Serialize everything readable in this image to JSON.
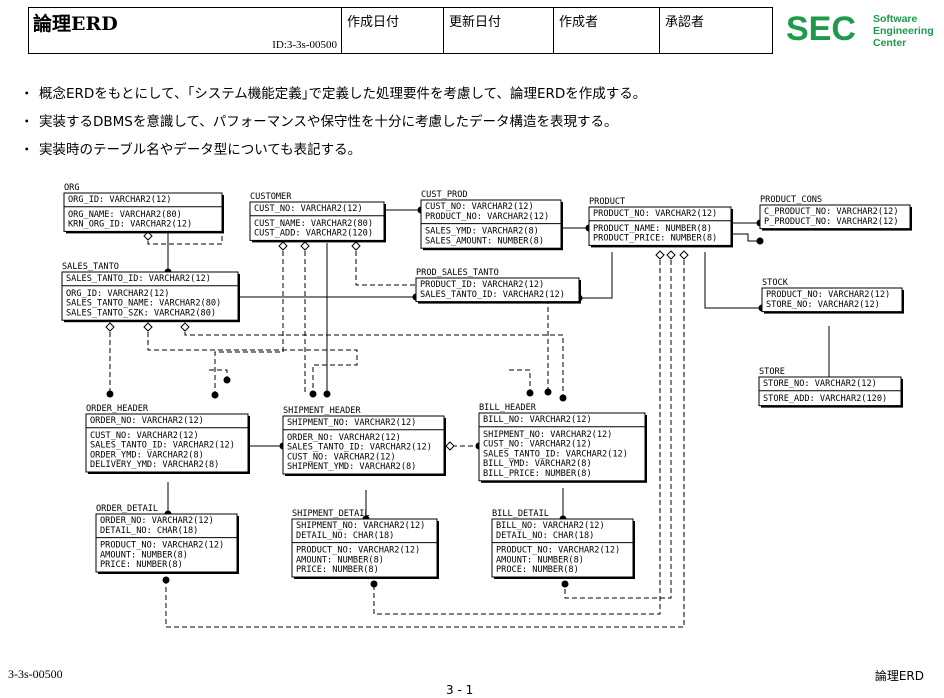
{
  "header": {
    "title": "論理ERD",
    "doc_id": "ID:3-3s-00500",
    "columns": [
      "作成日付",
      "更新日付",
      "作成者",
      "承認者"
    ]
  },
  "logo": {
    "main": "SEC",
    "sub": [
      "Software",
      "Engineering",
      "Center"
    ],
    "color": "#1e9a4a"
  },
  "bullets": [
    "概念ERDをもとにして、｢システム機能定義｣で定義した処理要件を考慮して、論理ERDを作成する。",
    "実装するDBMSを意識して、パフォーマンスや保守性を十分に考慮したデータ構造を表現する。",
    "実装時のテーブル名やデータ型についても表記する。"
  ],
  "bullet_mark": "・",
  "entities": [
    {
      "name": "ORG",
      "keys": [
        "ORG_ID: VARCHAR2(12)"
      ],
      "attrs": [
        "ORG_NAME: VARCHAR2(80)",
        "KRN_ORG_ID: VARCHAR2(12)"
      ]
    },
    {
      "name": "CUSTOMER",
      "keys": [
        "CUST_NO: VARCHAR2(12)"
      ],
      "attrs": [
        "CUST_NAME: VARCHAR2(80)",
        "CUST_ADD: VARCHAR2(120)"
      ]
    },
    {
      "name": "CUST_PROD",
      "keys": [
        "CUST_NO: VARCHAR2(12)",
        "PRODUCT_NO: VARCHAR2(12)"
      ],
      "attrs": [
        "SALES_YMD: VARCHAR2(8)",
        "SALES_AMOUNT: NUMBER(8)"
      ]
    },
    {
      "name": "PRODUCT",
      "keys": [
        "PRODUCT_NO: VARCHAR2(12)"
      ],
      "attrs": [
        "PRODUCT_NAME: NUMBER(8)",
        "PRODUCT_PRICE: NUMBER(8)"
      ]
    },
    {
      "name": "PRODUCT_CONS",
      "keys": [
        "C_PRODUCT_NO: VARCHAR2(12)",
        "P_PRODUCT_NO: VARCHAR2(12)"
      ],
      "attrs": []
    },
    {
      "name": "SALES_TANTO",
      "keys": [
        "SALES_TANTO_ID: VARCHAR2(12)"
      ],
      "attrs": [
        "ORG_ID: VARCHAR2(12)",
        "SALES_TANTO_NAME: VARCHAR2(80)",
        "SALES_TANTO_SZK: VARCHAR2(80)"
      ]
    },
    {
      "name": "PROD_SALES_TANTO",
      "keys": [
        "PRODUCT_ID: VARCHAR2(12)",
        "SALES_TANTO_ID: VARCHAR2(12)"
      ],
      "attrs": []
    },
    {
      "name": "STOCK",
      "keys": [
        "PRODUCT_NO: VARCHAR2(12)",
        "STORE_NO: VARCHAR2(12)"
      ],
      "attrs": []
    },
    {
      "name": "STORE",
      "keys": [
        "STORE_NO: VARCHAR2(12)"
      ],
      "attrs": [
        "STORE_ADD: VARCHAR2(120)"
      ]
    },
    {
      "name": "ORDER_HEADER",
      "keys": [
        "ORDER_NO: VARCHAR2(12)"
      ],
      "attrs": [
        "CUST_NO: VARCHAR2(12)",
        "SALES_TANTO_ID: VARCHAR2(12)",
        "ORDER_YMD: VARCHAR2(8)",
        "DELIVERY_YMD: VARCHAR2(8)"
      ]
    },
    {
      "name": "SHIPMENT_HEADER",
      "keys": [
        "SHIPMENT_NO: VARCHAR2(12)"
      ],
      "attrs": [
        "ORDER_NO: VARCHAR2(12)",
        "SALES_TANTO_ID: VARCHAR2(12)",
        "CUST_NO: VARCHAR2(12)",
        "SHIPMENT_YMD: VARCHAR2(8)"
      ]
    },
    {
      "name": "BILL_HEADER",
      "keys": [
        "BILL_NO: VARCHAR2(12)"
      ],
      "attrs": [
        "SHIPMENT_NO: VARCHAR2(12)",
        "CUST_NO: VARCHAR2(12)",
        "SALES_TANTO_ID: VARCHAR2(12)",
        "BILL_YMD: VARCHAR2(8)",
        "BILL_PRICE: NUMBER(8)"
      ]
    },
    {
      "name": "ORDER_DETAIL",
      "keys": [
        "ORDER_NO: VARCHAR2(12)",
        "DETAIL_NO: CHAR(18)"
      ],
      "attrs": [
        "PRODUCT_NO: VARCHAR2(12)",
        "AMOUNT: NUMBER(8)",
        "PRICE: NUMBER(8)"
      ]
    },
    {
      "name": "SHIPMENT_DETAIL",
      "keys": [
        "SHIPMENT_NO: VARCHAR2(12)",
        "DETAIL_NO: CHAR(18)"
      ],
      "attrs": [
        "PRODUCT_NO: VARCHAR2(12)",
        "AMOUNT: NUMBER(8)",
        "PRICE: NUMBER(8)"
      ]
    },
    {
      "name": "BILL_DETAIL",
      "keys": [
        "BILL_NO: VARCHAR2(12)",
        "DETAIL_NO: CHAR(18)"
      ],
      "attrs": [
        "PRODUCT_NO: VARCHAR2(12)",
        "AMOUNT: NUMBER(8)",
        "PROCE: NUMBER(8)"
      ]
    }
  ],
  "footer": {
    "left": "3-3s-00500",
    "right": "論理ERD",
    "page": "3 - 1"
  }
}
